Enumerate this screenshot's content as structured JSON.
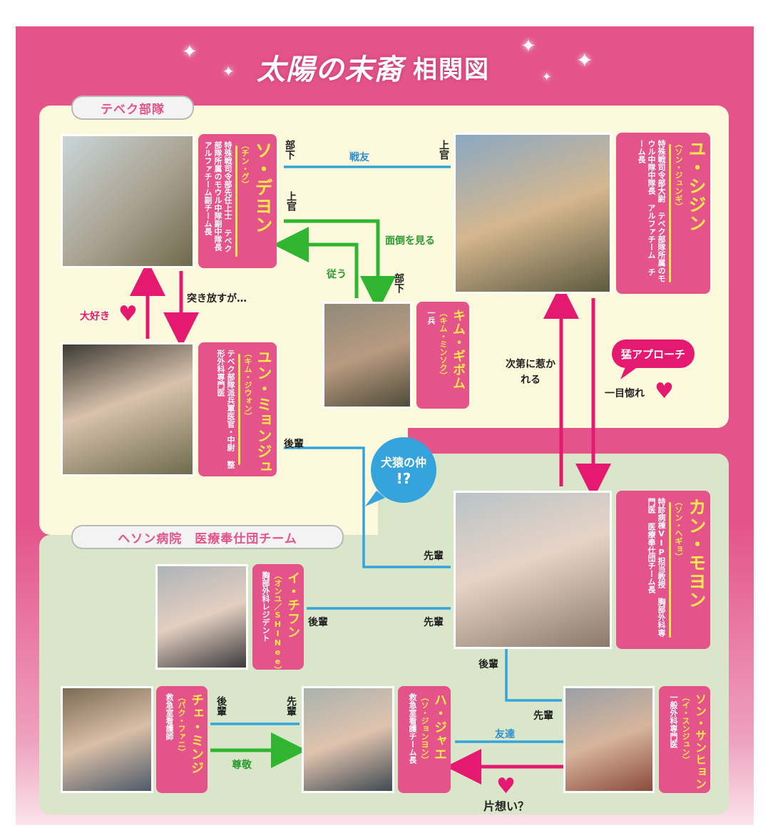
{
  "title": {
    "work": "太陽の末裔",
    "suffix": "相関図"
  },
  "sections": {
    "army": "テベク部隊",
    "hospital": "ヘソン病院　医療奉仕団チーム"
  },
  "characters": {
    "yoo": {
      "name": "ユ・シジン",
      "reading": "（ソン・ジュンギ）",
      "role": "特殊戦司令部大尉 テベク部隊所属のモウル中隊中隊長 アルファチーム チーム長"
    },
    "seo": {
      "name": "ソ・デヨン",
      "reading": "（チン・グ）",
      "role": "特殊戦司令部先任上士 テベク部隊所属のモウル中隊副中隊長 アルファチーム副チーム長"
    },
    "kim": {
      "name": "キム・ギボム",
      "reading": "（キム・ミンソク）",
      "role": "一兵"
    },
    "yoon": {
      "name": "ユン・ミョンジュ",
      "reading": "（キム・ジウォン）",
      "role": "テベク部隊派兵軍医官・中尉 整形外科専門医"
    },
    "kang": {
      "name": "カン・モヨン",
      "reading": "（ソン・ヘギョ）",
      "role": "特診病棟VIP担当教授 胸部外科専門医 医療奉仕団チーム長"
    },
    "lee": {
      "name": "イ・チフン",
      "reading": "（オンユ／SHINee）",
      "role": "胸部外科レジデント"
    },
    "choi": {
      "name": "チェ・ミンジ",
      "reading": "（パク・ファニ）",
      "role": "救急室看護師"
    },
    "ha": {
      "name": "ハ・ジャエ",
      "reading": "（ソ・ジョンヨン）",
      "role": "救急室看護チーム長"
    },
    "song": {
      "name": "ソン・サンヒョン",
      "reading": "（イ・スンジュン）",
      "role": "一般外科専門医"
    }
  },
  "relations": {
    "buka": "部下",
    "joukan": "上官",
    "senyu": "戦友",
    "mendou": "面倒を見る",
    "shitagau": "従う",
    "daisuki": "大好き",
    "tsukihanasu": "突き放すが…",
    "shidai": "次第に惹かれる",
    "mouapproach": "猛アプローチ",
    "hitomebore": "一目惚れ",
    "kouhai": "後輩",
    "senpai": "先輩",
    "kenen": "犬猿の仲",
    "kenen_mark": "!?",
    "sonkei": "尊敬",
    "tomodachi": "友達",
    "kataomoi": "片想い？"
  },
  "colors": {
    "pink": "#e4548a",
    "yellow_panel": "#fdf9dc",
    "green_panel": "#d9e6c9",
    "blue_line": "#36a4dc",
    "green_arrow": "#2fb52f",
    "pink_arrow": "#e5196f",
    "name_yellow": "#ffe94a"
  }
}
